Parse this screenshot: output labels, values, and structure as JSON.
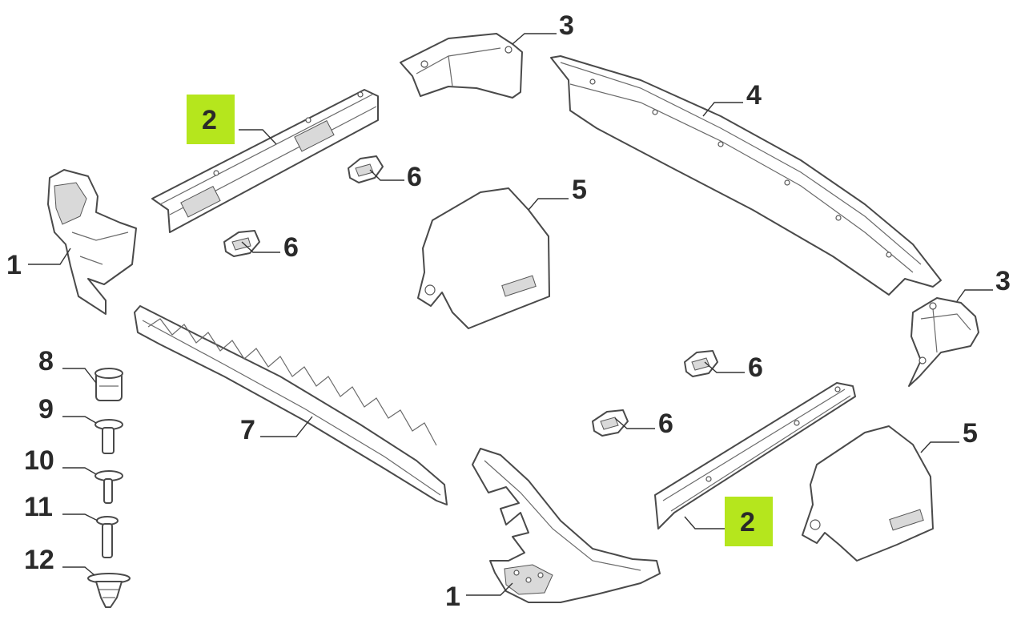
{
  "callouts": [
    {
      "id": "c1a",
      "label": "1"
    },
    {
      "id": "c1b",
      "label": "1"
    },
    {
      "id": "c2a",
      "label": "2",
      "highlighted": true
    },
    {
      "id": "c2b",
      "label": "2",
      "highlighted": true
    },
    {
      "id": "c3a",
      "label": "3"
    },
    {
      "id": "c3b",
      "label": "3"
    },
    {
      "id": "c4",
      "label": "4"
    },
    {
      "id": "c5a",
      "label": "5"
    },
    {
      "id": "c5b",
      "label": "5"
    },
    {
      "id": "c6a",
      "label": "6"
    },
    {
      "id": "c6b",
      "label": "6"
    },
    {
      "id": "c6c",
      "label": "6"
    },
    {
      "id": "c6d",
      "label": "6"
    },
    {
      "id": "c7",
      "label": "7"
    },
    {
      "id": "c8",
      "label": "8"
    },
    {
      "id": "c9",
      "label": "9"
    },
    {
      "id": "c10",
      "label": "10"
    },
    {
      "id": "c11",
      "label": "11"
    },
    {
      "id": "c12",
      "label": "12"
    }
  ],
  "colors": {
    "highlight": "#b5e61d",
    "line": "#4a4a4a",
    "text": "#2a2a2a"
  }
}
